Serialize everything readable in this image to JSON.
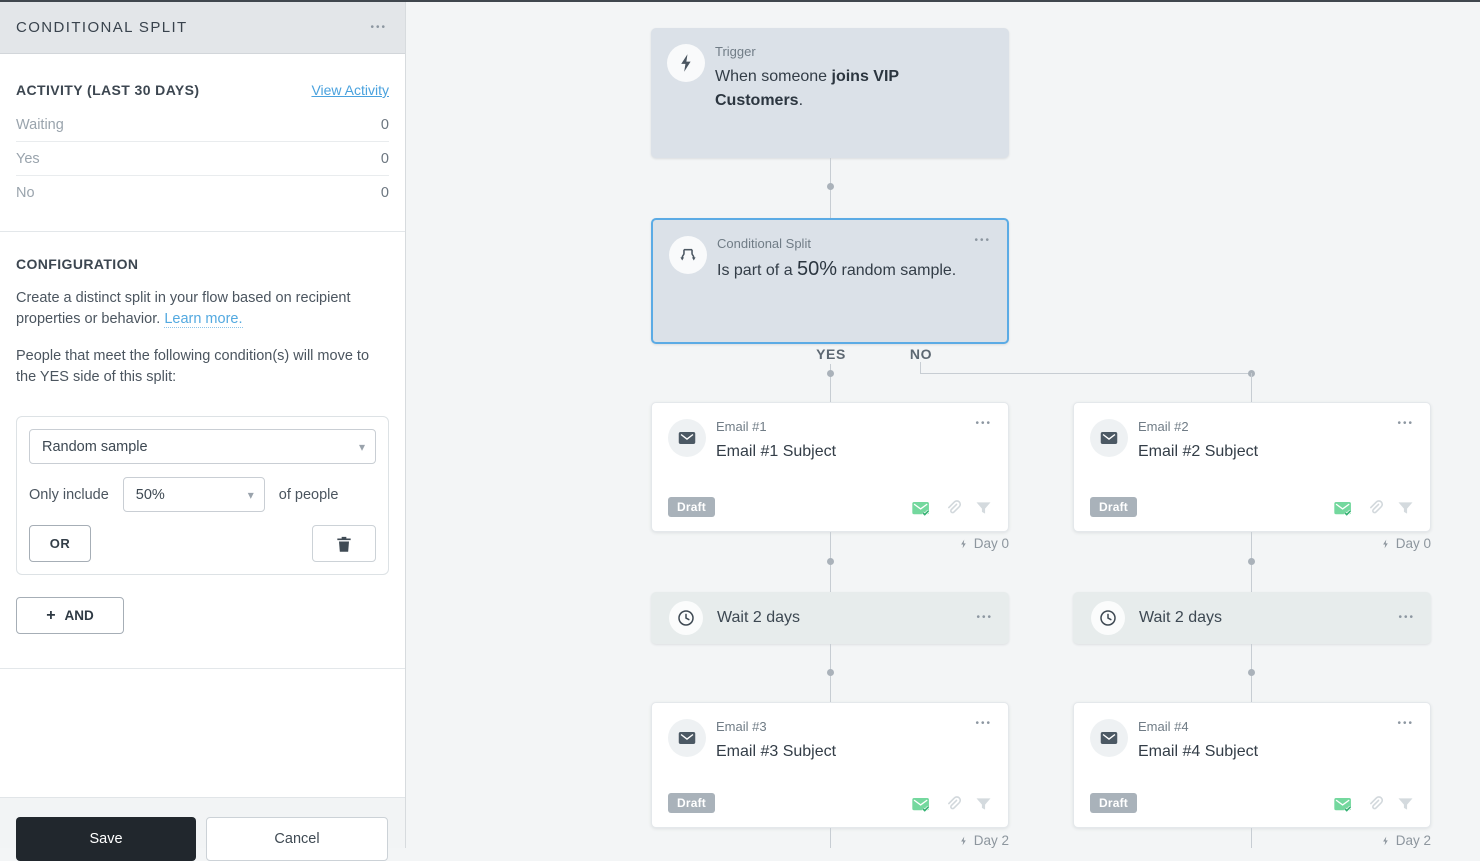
{
  "colors": {
    "accent_blue": "#4AA2DE",
    "selected_border": "#5BABE5",
    "status_green": "#74D89E",
    "dark_button": "#21272D"
  },
  "icons": {
    "more": "•••",
    "chevron_down": "▾"
  },
  "sidebar": {
    "title": "CONDITIONAL SPLIT",
    "activity": {
      "heading": "ACTIVITY (LAST 30 DAYS)",
      "view_link": "View Activity",
      "rows": [
        {
          "label": "Waiting",
          "value": "0"
        },
        {
          "label": "Yes",
          "value": "0"
        },
        {
          "label": "No",
          "value": "0"
        }
      ]
    },
    "configuration": {
      "heading": "CONFIGURATION",
      "description": "Create a distinct split in your flow based on recipient properties or behavior.",
      "learn_more": "Learn more.",
      "condition_intro": "People that meet the following condition(s) will move to the YES side of this split:",
      "condition": {
        "type_value": "Random sample",
        "only_include": "Only include",
        "percent_value": "50%",
        "of_people": "of people",
        "or": "OR"
      },
      "and_plus": "+",
      "and": "AND"
    },
    "footer": {
      "save": "Save",
      "cancel": "Cancel"
    }
  },
  "flow": {
    "trigger": {
      "kind": "Trigger",
      "prefix": "When someone ",
      "bold": "joins VIP Customers",
      "suffix": "."
    },
    "split": {
      "kind": "Conditional Split",
      "prefix": "Is part of a ",
      "highlight": "50%",
      "suffix": " random sample."
    },
    "yes": "YES",
    "no": "NO",
    "columns": [
      {
        "email_top": {
          "kind": "Email #1",
          "subject": "Email #1 Subject",
          "status": "Draft",
          "day": "Day 0"
        },
        "wait": "Wait 2 days",
        "email_bottom": {
          "kind": "Email #3",
          "subject": "Email #3 Subject",
          "status": "Draft",
          "day": "Day 2"
        }
      },
      {
        "email_top": {
          "kind": "Email #2",
          "subject": "Email #2 Subject",
          "status": "Draft",
          "day": "Day 0"
        },
        "wait": "Wait 2 days",
        "email_bottom": {
          "kind": "Email #4",
          "subject": "Email #4 Subject",
          "status": "Draft",
          "day": "Day 2"
        }
      }
    ]
  }
}
